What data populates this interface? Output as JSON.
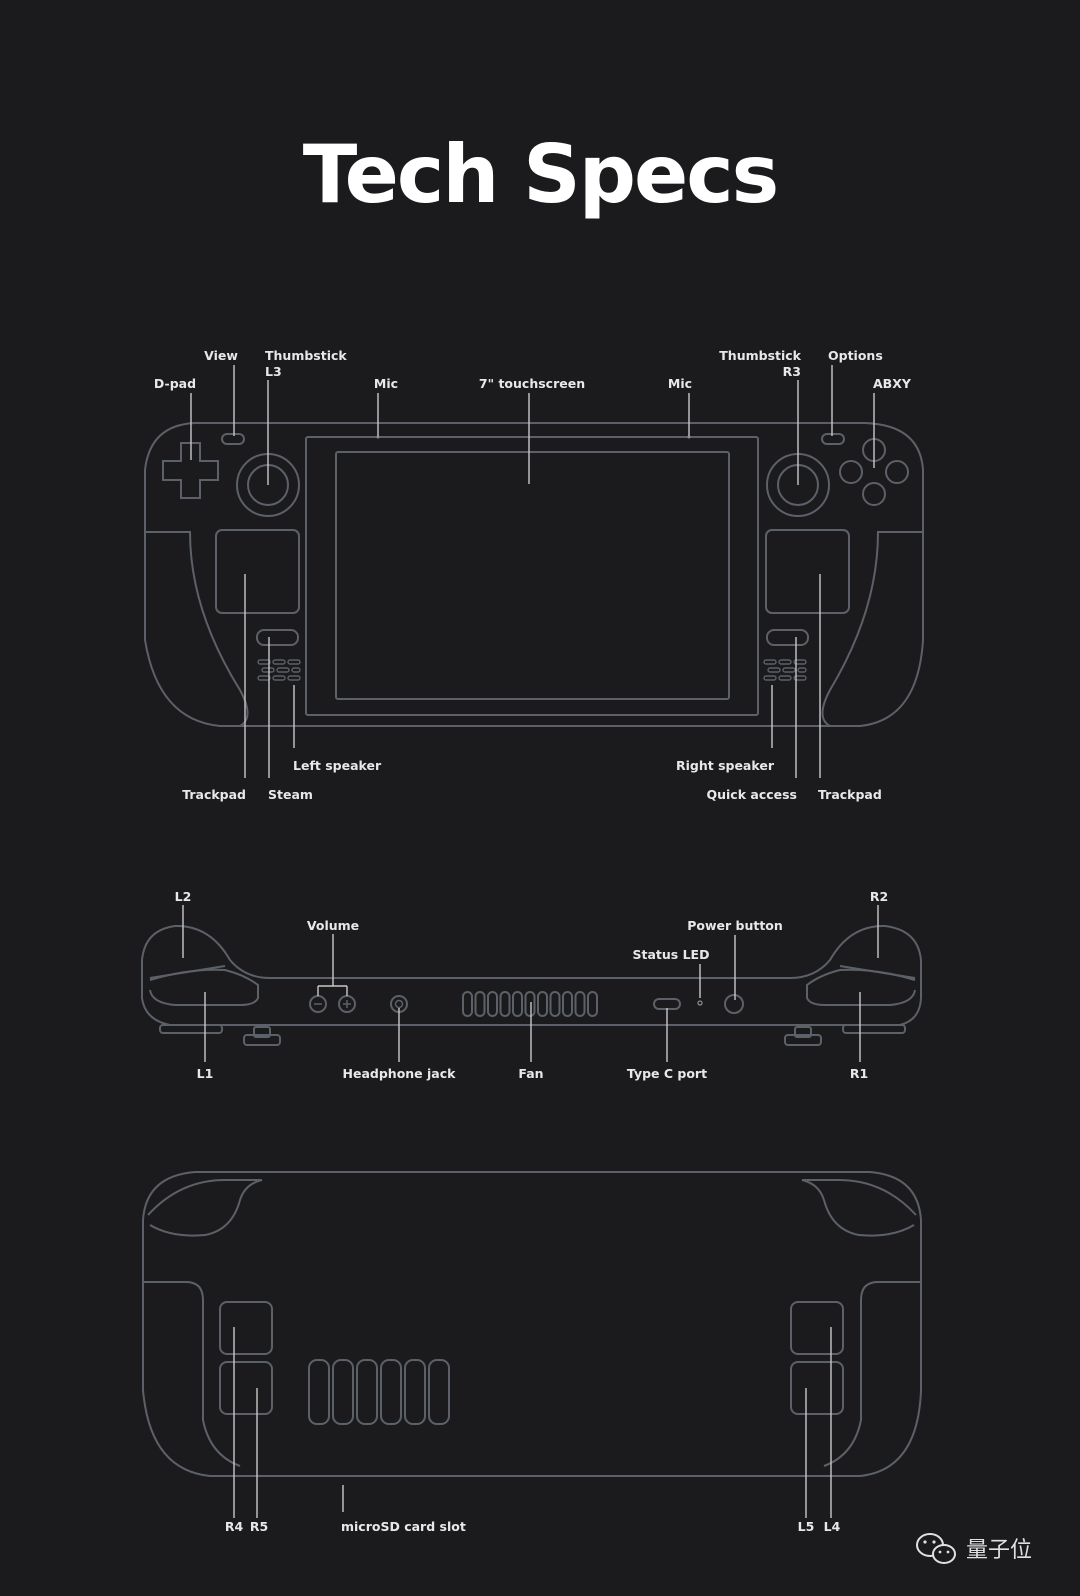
{
  "title": "Tech Specs",
  "front_labels": {
    "view": "View",
    "thumbstick_l3_1": "Thumbstick",
    "thumbstick_l3_2": "L3",
    "dpad": "D-pad",
    "mic_left": "Mic",
    "touchscreen": "7\" touchscreen",
    "mic_right": "Mic",
    "thumbstick_r3_1": "Thumbstick",
    "thumbstick_r3_2": "R3",
    "options": "Options",
    "abxy": "ABXY",
    "left_speaker": "Left speaker",
    "trackpad_left": "Trackpad",
    "steam": "Steam",
    "right_speaker": "Right speaker",
    "quick_access": "Quick access",
    "trackpad_right": "Trackpad"
  },
  "top_labels": {
    "l2": "L2",
    "r2": "R2",
    "volume": "Volume",
    "power_button": "Power button",
    "status_led": "Status LED",
    "l1": "L1",
    "headphone_jack": "Headphone jack",
    "fan": "Fan",
    "type_c_port": "Type C port",
    "r1": "R1"
  },
  "back_labels": {
    "r4": "R4",
    "r5": "R5",
    "microsd": "microSD card slot",
    "l5": "L5",
    "l4": "L4"
  },
  "watermark": "量子位",
  "colors": {
    "background": "#1b1b1d",
    "outline": "#5c6068",
    "leader": "#c8c8c8",
    "text": "#e8e8e8"
  }
}
